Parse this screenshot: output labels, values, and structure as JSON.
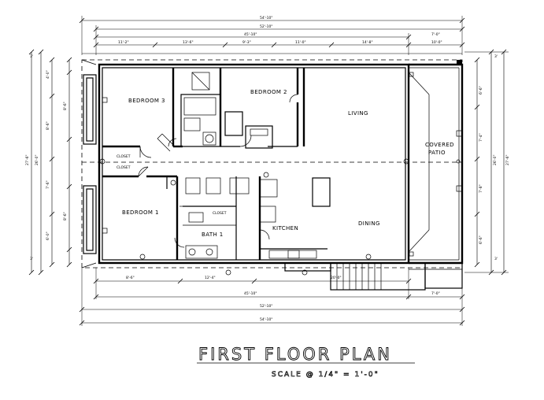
{
  "rooms": {
    "bedroom_left_top": "BEDROOM 3",
    "bedroom_middle_top": "BEDROOM 2",
    "living": "LIVING",
    "covered_patio_line1": "COVERED",
    "covered_patio_line2": "PATIO",
    "bedroom_left_bottom": "BEDROOM 1",
    "bath": "BATH 1",
    "kitchen": "KITCHEN",
    "dining": "DINING",
    "closet_top": "CLOSET",
    "closet_bottom": "CLOSET",
    "closet_bath": "CLOSET"
  },
  "title": "FIRST FLOOR PLAN",
  "scale": "SCALE @ 1/4\" = 1'-0\""
}
